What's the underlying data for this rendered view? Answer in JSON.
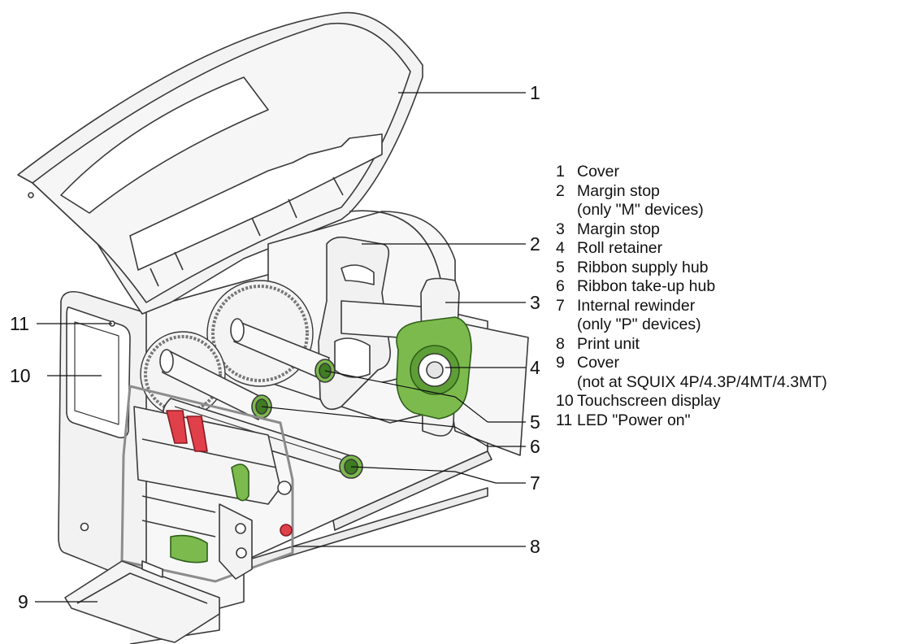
{
  "callouts": [
    {
      "num": "1"
    },
    {
      "num": "2"
    },
    {
      "num": "3"
    },
    {
      "num": "4"
    },
    {
      "num": "5"
    },
    {
      "num": "6"
    },
    {
      "num": "7"
    },
    {
      "num": "8"
    },
    {
      "num": "9"
    },
    {
      "num": "10"
    },
    {
      "num": "11"
    }
  ],
  "legend": [
    {
      "num": "1",
      "label": "Cover",
      "note": ""
    },
    {
      "num": "2",
      "label": "Margin stop",
      "note": "(only \"M\" devices)"
    },
    {
      "num": "3",
      "label": "Margin stop",
      "note": ""
    },
    {
      "num": "4",
      "label": "Roll retainer",
      "note": ""
    },
    {
      "num": "5",
      "label": "Ribbon supply hub",
      "note": ""
    },
    {
      "num": "6",
      "label": "Ribbon take-up hub",
      "note": ""
    },
    {
      "num": "7",
      "label": "Internal rewinder",
      "note": "(only \"P\" devices)"
    },
    {
      "num": "8",
      "label": "Print unit",
      "note": ""
    },
    {
      "num": "9",
      "label": "Cover",
      "note": "(not at SQUIX 4P/4.3P/4MT/4.3MT)"
    },
    {
      "num": "10",
      "label": "Touchscreen display",
      "note": ""
    },
    {
      "num": "11",
      "label": "LED \"Power on\"",
      "note": ""
    }
  ],
  "colors": {
    "line": "#3a3a3a",
    "gray_fill": "#f2f2f2",
    "dark_gray": "#6b6b6b",
    "green": "#7cba4d",
    "green_dark": "#3e7d22",
    "red": "#e0404a",
    "print_unit_frame": "#8c8c8c"
  }
}
